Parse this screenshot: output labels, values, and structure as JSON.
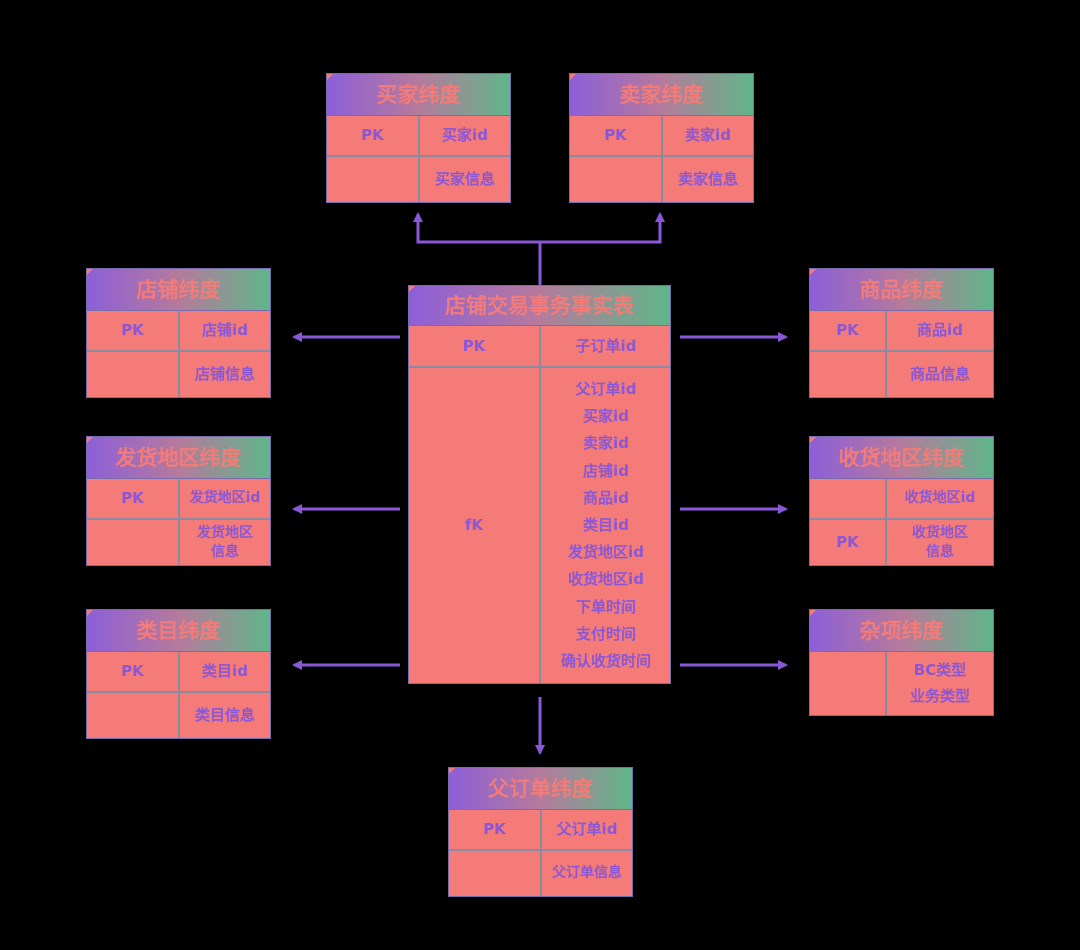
{
  "fact": {
    "title": "店铺交易事务事实表",
    "pk_label": "PK",
    "pk_field": "子订单id",
    "fk_label": "fK",
    "fk_fields": [
      "父订单id",
      "买家id",
      "卖家id",
      "店铺id",
      "商品id",
      "类目id",
      "发货地区id",
      "收货地区id",
      "下单时间",
      "支付时间",
      "确认收货时间"
    ]
  },
  "buyer": {
    "title": "买家纬度",
    "pk": "PK",
    "id": "买家id",
    "info": "买家信息"
  },
  "seller": {
    "title": "卖家纬度",
    "pk": "PK",
    "id": "卖家id",
    "info": "卖家信息"
  },
  "shop": {
    "title": "店铺纬度",
    "pk": "PK",
    "id": "店铺id",
    "info": "店铺信息"
  },
  "ship_region": {
    "title": "发货地区纬度",
    "pk": "PK",
    "id": "发货地区id",
    "info": "发货地区信息"
  },
  "category": {
    "title": "类目纬度",
    "pk": "PK",
    "id": "类目id",
    "info": "类目信息"
  },
  "product": {
    "title": "商品纬度",
    "pk": "PK",
    "id": "商品id",
    "info": "商品信息"
  },
  "recv_region": {
    "title": "收货地区纬度",
    "pk": "PK",
    "id": "收货地区id",
    "info": "收货地区信息"
  },
  "misc": {
    "title": "杂项纬度",
    "field1": "BC类型",
    "field2": "业务类型"
  },
  "parent_order": {
    "title": "父订单纬度",
    "pk": "PK",
    "id": "父订单id",
    "info": "父订单信息"
  },
  "colors": {
    "table_fill": "#f47b78",
    "text": "#8a57d6",
    "arrow": "#8a57d6",
    "header_left": "#8d5fd8",
    "header_right": "#5fb68a"
  }
}
